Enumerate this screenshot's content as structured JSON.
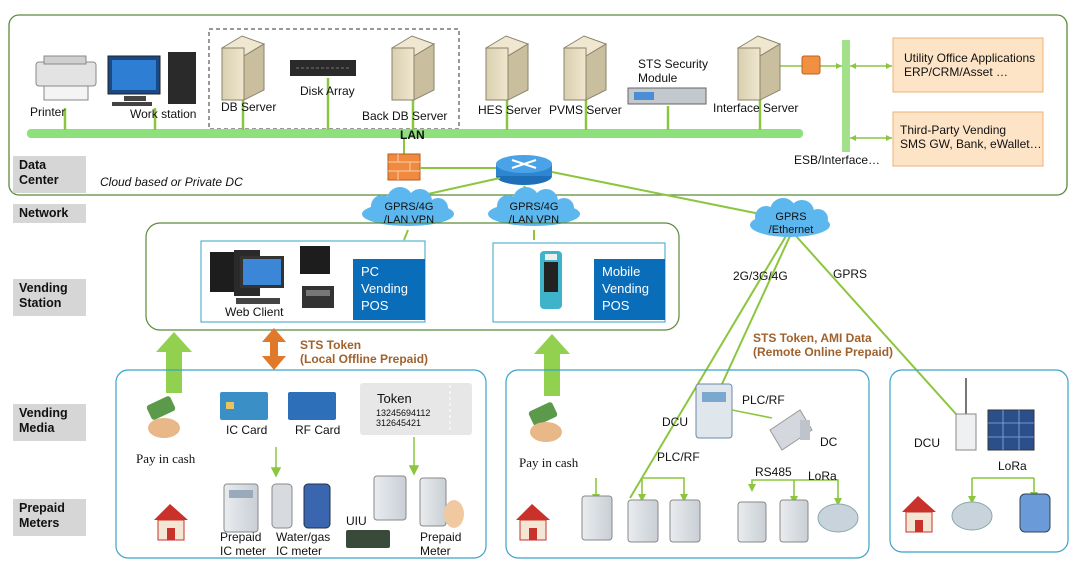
{
  "data_center": {
    "tier_label": "Data Center",
    "note": "Cloud based or Private DC",
    "devices": {
      "printer": "Printer",
      "workstation": "Work station",
      "db_server": "DB Server",
      "disk_array": "Disk Array",
      "back_db_server": "Back DB Server",
      "hes_server": "HES Server",
      "pvms_server": "PVMS Server",
      "sts_module_line1": "STS Security",
      "sts_module_line2": "Module",
      "interface_server": "Interface Server"
    },
    "lan_label": "LAN",
    "esb_label": "ESB/Interface…",
    "utility_apps": {
      "line1": "Utility Office Applications",
      "line2": "ERP/CRM/Asset …"
    },
    "third_party": {
      "line1": "Third-Party Vending",
      "line2": "SMS GW, Bank, eWallet…"
    }
  },
  "network": {
    "tier_label": "Network",
    "cloud_left": {
      "line1": "GPRS/4G",
      "line2": "/LAN  VPN"
    },
    "cloud_mid": {
      "line1": "GPRS/4G",
      "line2": "/LAN  VPN"
    },
    "cloud_right": {
      "line1": "GPRS",
      "line2": "/Ethernet"
    },
    "label_234g": "2G/3G/4G",
    "label_gprs": "GPRS"
  },
  "vending_station": {
    "tier_label_line1": "Vending",
    "tier_label_line2": "Station",
    "web_client": "Web Client",
    "pc_pos": {
      "line1": "PC",
      "line2": "Vending",
      "line3": "POS"
    },
    "mobile_pos": {
      "line1": "Mobile",
      "line2": "Vending",
      "line3": "POS"
    }
  },
  "tokens": {
    "local_line1": "STS Token",
    "local_line2": "(Local Offline  Prepaid)",
    "remote_line1": "STS Token, AMI Data",
    "remote_line2": "(Remote Online Prepaid)"
  },
  "vending_media": {
    "tier_label_line1": "Vending",
    "tier_label_line2": "Media",
    "pay_in_cash_1": "Pay in cash",
    "ic_card": "IC Card",
    "rf_card": "RF Card",
    "token_title": "Token",
    "token_line1": "13245694112",
    "token_line2": "312645421",
    "pay_in_cash_2": "Pay in cash",
    "dcu_1": "DCU",
    "plc_rf_1": "PLC/RF",
    "dc": "DC",
    "plc_rf_2": "PLC/RF",
    "rs485": "RS485",
    "lora_1": "LoRa",
    "dcu_2": "DCU",
    "lora_2": "LoRa"
  },
  "prepaid_meters": {
    "tier_label_line1": "Prepaid",
    "tier_label_line2": "Meters",
    "prepaid_ic_line1": "Prepaid",
    "prepaid_ic_line2": "IC meter",
    "water_gas_line1": "Water/gas",
    "water_gas_line2": "IC meter",
    "uiu": "UIU",
    "prepaid_meter_line1": "Prepaid",
    "prepaid_meter_line2": "Meter"
  },
  "colors": {
    "green_line": "#8cc63f",
    "green_bar": "#92d050",
    "lan_bar": "#8de07a",
    "frame": "#5a8a3a",
    "panel_border": "#3aa3c9",
    "blue_box": "#0a6db9",
    "orange": "#e07a2a",
    "brown_text": "#a0622d",
    "cloud": "#5bb7ee"
  }
}
